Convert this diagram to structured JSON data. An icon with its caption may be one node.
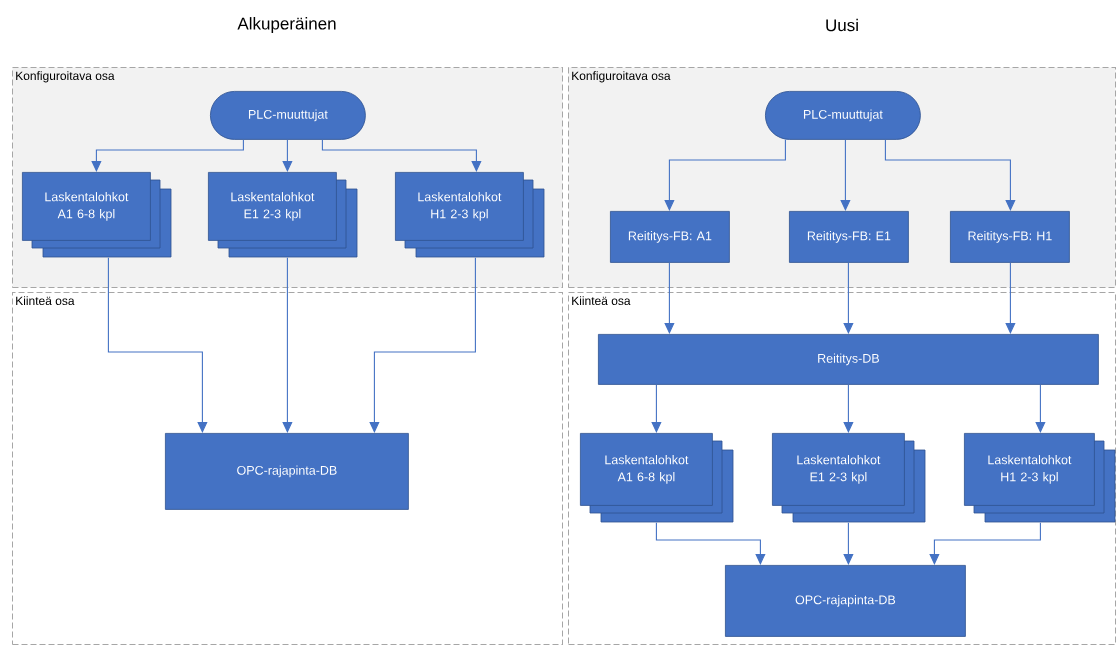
{
  "diagram": {
    "nodes": [
      {
        "text": [
          "Konfiguroitava osa"
        ]
      },
      {
        "text": [
          "PLC-muuttujat"
        ],
        "in": 0
      },
      {
        "text": [
          "Laskentalohkot A1 6-8 kpl"
        ],
        "in": 0
      },
      {
        "text": [
          "Laskentalohkot E1 2-3 kpl"
        ],
        "in": 0
      },
      {
        "text": [
          "Laskentalohkot H1 2-3 kpl"
        ],
        "in": 0
      },
      {
        "text": [
          "Kiinteä osa"
        ]
      },
      {
        "text": [
          "OPC-rajapinta-DB"
        ],
        "in": 5
      },
      {
        "text": [
          "Konfiguroitava osa"
        ]
      },
      {
        "text": [
          "PLC-muuttujat"
        ],
        "in": 7
      },
      {
        "text": [
          "Reititys-FB: A1"
        ],
        "in": 7
      },
      {
        "text": [
          "Reititys-FB: E1"
        ],
        "in": 7
      },
      {
        "text": [
          "Reititys-FB: H1"
        ],
        "in": 7
      },
      {
        "text": [
          "Kiinteä osa"
        ]
      },
      {
        "text": [
          "Reititys-DB"
        ],
        "in": 12
      },
      {
        "text": [
          "Laskentalohkot A1 6-8 kpl"
        ],
        "in": 12
      },
      {
        "text": [
          "Laskentalohkot E1 2-3 kpl"
        ],
        "in": 12
      },
      {
        "text": [
          "Laskentalohkot H1 2-3 kpl"
        ],
        "in": 12
      },
      {
        "text": [
          "OPC-rajapinta-DB"
        ],
        "in": 12
      }
    ],
    "edges": [
      {
        "from": 1,
        "to": 2,
        "arrow": "to"
      },
      {
        "from": 1,
        "to": 3,
        "arrow": "to"
      },
      {
        "from": 1,
        "to": 4,
        "arrow": "to"
      },
      {
        "from": 2,
        "to": 6,
        "arrow": "to"
      },
      {
        "from": 3,
        "to": 6,
        "arrow": "to"
      },
      {
        "from": 4,
        "to": 6,
        "arrow": "to"
      },
      {
        "from": 8,
        "to": 9,
        "arrow": "to"
      },
      {
        "from": 8,
        "to": 10,
        "arrow": "to"
      },
      {
        "from": 8,
        "to": 11,
        "arrow": "to"
      },
      {
        "from": 9,
        "to": 13,
        "arrow": "to"
      },
      {
        "from": 10,
        "to": 13,
        "arrow": "to"
      },
      {
        "from": 11,
        "to": 13,
        "arrow": "to"
      },
      {
        "from": 13,
        "to": 14,
        "arrow": "to"
      },
      {
        "from": 13,
        "to": 15,
        "arrow": "to"
      },
      {
        "from": 13,
        "to": 16,
        "arrow": "to"
      },
      {
        "from": 14,
        "to": 17,
        "arrow": "to"
      },
      {
        "from": 15,
        "to": 17,
        "arrow": "to"
      },
      {
        "from": 16,
        "to": 17,
        "arrow": "to"
      }
    ],
    "labels": [
      "Alkuperäinen",
      "Uusi"
    ]
  }
}
